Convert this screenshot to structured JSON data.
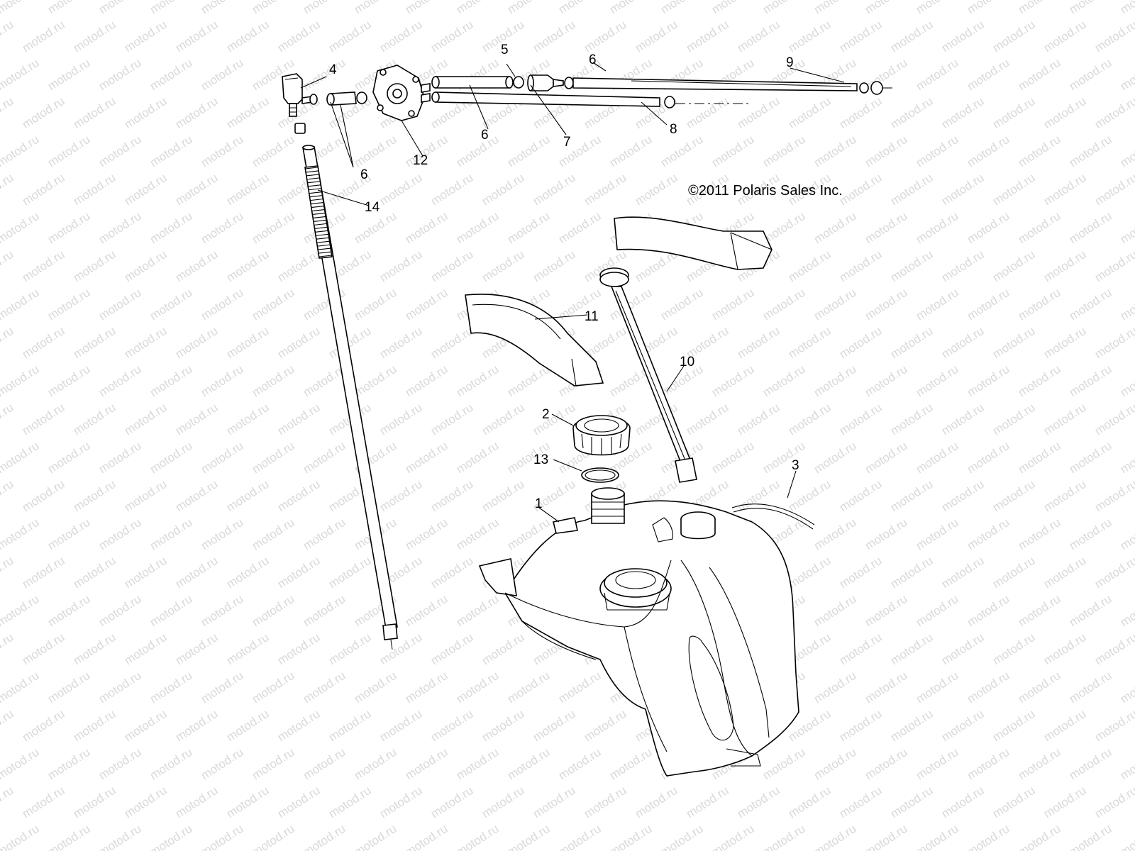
{
  "copyright": "©2011 Polaris Sales Inc.",
  "watermark": "motod.ru",
  "callouts": [
    {
      "id": "c1",
      "text": "1"
    },
    {
      "id": "c2",
      "text": "2"
    },
    {
      "id": "c3",
      "text": "3"
    },
    {
      "id": "c4",
      "text": "4"
    },
    {
      "id": "c5",
      "text": "5"
    },
    {
      "id": "c6a",
      "text": "6"
    },
    {
      "id": "c6b",
      "text": "6"
    },
    {
      "id": "c6c",
      "text": "6"
    },
    {
      "id": "c7",
      "text": "7"
    },
    {
      "id": "c8",
      "text": "8"
    },
    {
      "id": "c9",
      "text": "9"
    },
    {
      "id": "c10",
      "text": "10"
    },
    {
      "id": "c11",
      "text": "11"
    },
    {
      "id": "c12",
      "text": "12"
    },
    {
      "id": "c13",
      "text": "13"
    },
    {
      "id": "c14",
      "text": "14"
    }
  ],
  "colors": {
    "line": "#000000",
    "background": "#ffffff",
    "watermark": "#d9d9d9"
  }
}
